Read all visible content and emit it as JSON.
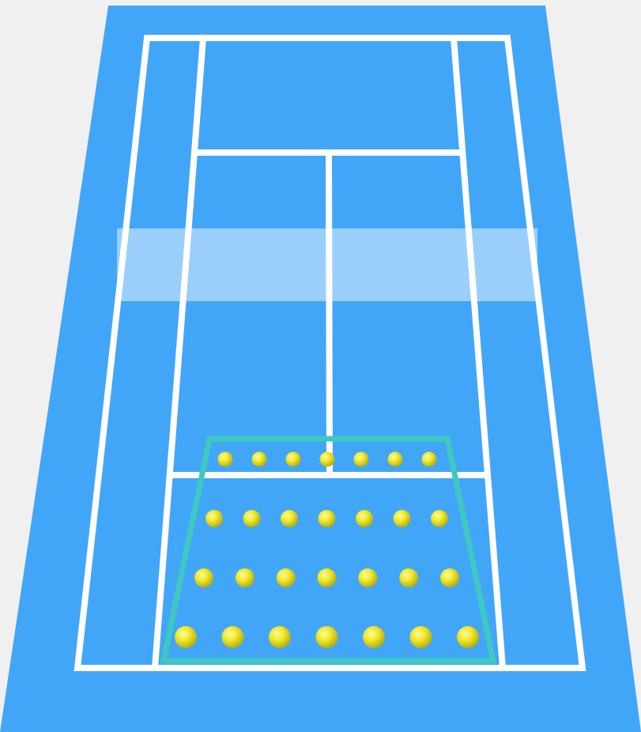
{
  "scene": {
    "background_color": "#f0f0f0",
    "court_surface_color": "#42a6f8",
    "court_line_color": "#ffffff",
    "net_band_color": "#a9d6fb",
    "target_zone_color": "#3ec9c0",
    "ball_color": "#f2ea2a",
    "ball_highlight_color": "#fbf9a6",
    "ball_shadow_color": "#b7b012"
  },
  "target_zone": {
    "ball_rows": 4,
    "balls_per_row": 7,
    "ball_count": 28
  }
}
